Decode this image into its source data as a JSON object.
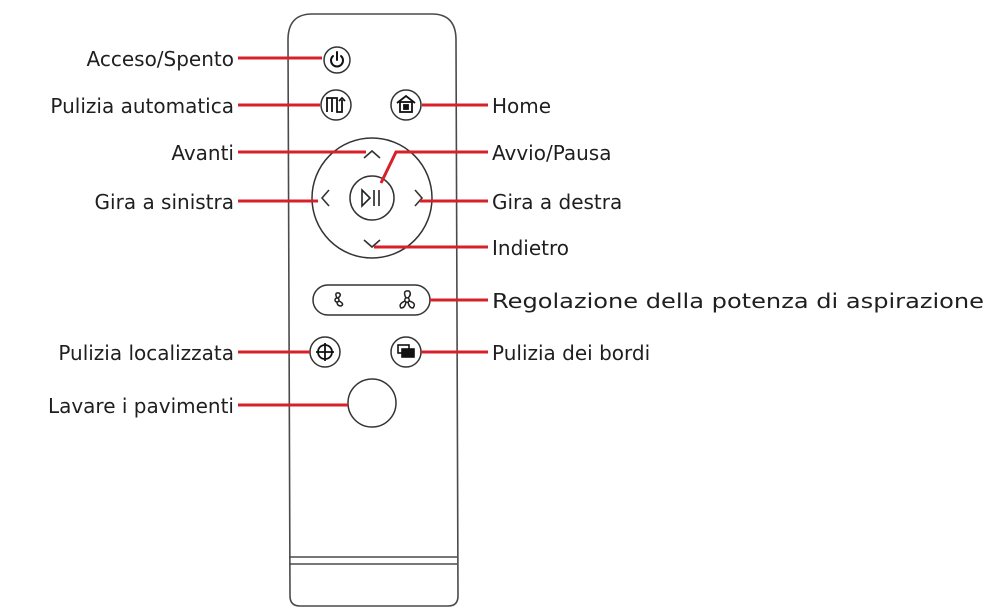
{
  "labels": {
    "power": "Acceso/Spento",
    "auto_clean": "Pulizia automatica",
    "forward": "Avanti",
    "turn_left": "Gira a sinistra",
    "spot_clean": "Pulizia localizzata",
    "mop_floor": "Lavare i pavimenti",
    "home": "Home",
    "play_pause": "Avvio/Pausa",
    "turn_right": "Gira a destra",
    "backward": "Indietro",
    "suction_power": "Regolazione della potenza di aspirazione",
    "edge_clean": "Pulizia dei bordi"
  },
  "colors": {
    "leader_line": "#d8202a",
    "outline": "#4a4a4a",
    "text": "#1f1f1f",
    "background": "#ffffff"
  }
}
